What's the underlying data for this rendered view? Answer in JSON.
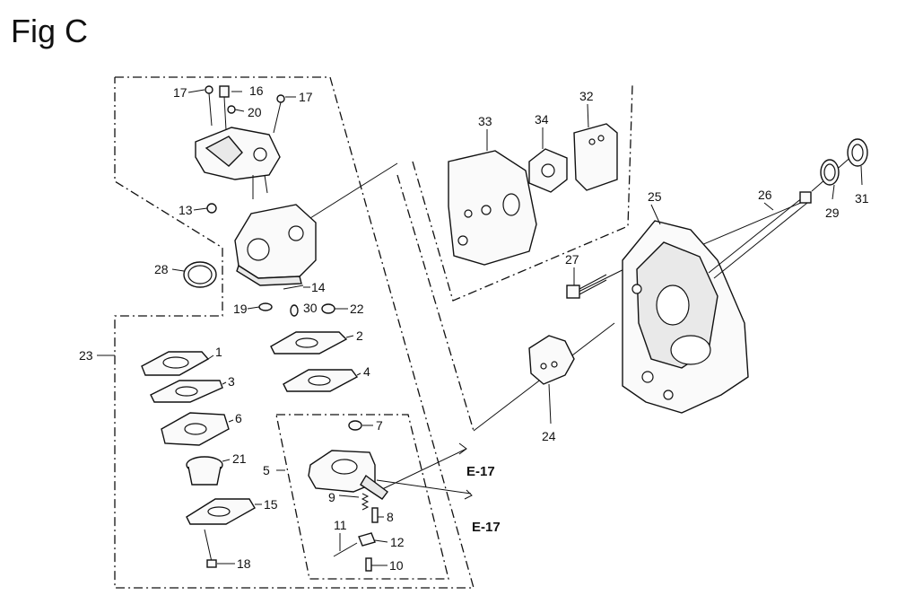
{
  "title": "Fig C",
  "callouts": {
    "c1": "1",
    "c2": "2",
    "c3": "3",
    "c4": "4",
    "c5": "5",
    "c6": "6",
    "c7": "7",
    "c8": "8",
    "c9": "9",
    "c10": "10",
    "c11": "11",
    "c12": "12",
    "c13": "13",
    "c14": "14",
    "c15": "15",
    "c16": "16",
    "c17a": "17",
    "c17b": "17",
    "c18": "18",
    "c19": "19",
    "c20": "20",
    "c21": "21",
    "c22": "22",
    "c23": "23",
    "c24": "24",
    "c25": "25",
    "c26": "26",
    "c27": "27",
    "c28": "28",
    "c29": "29",
    "c30": "30",
    "c31": "31",
    "c32": "32",
    "c33": "33",
    "c34": "34"
  },
  "references": {
    "ref_a": "E-17",
    "ref_b": "E-17"
  }
}
